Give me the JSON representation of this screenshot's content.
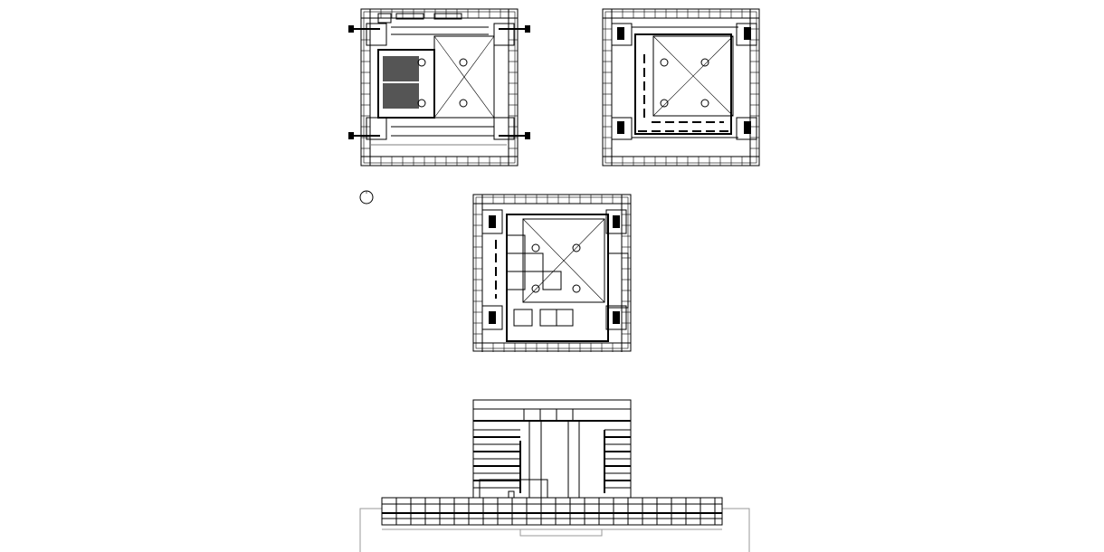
{
  "drawing": {
    "views": [
      {
        "id": "plan-1",
        "kind": "floor-plan"
      },
      {
        "id": "plan-2",
        "kind": "floor-plan"
      },
      {
        "id": "plan-3",
        "kind": "floor-plan"
      },
      {
        "id": "section-elevation",
        "kind": "section"
      }
    ],
    "north_marker": "circle-symbol",
    "line_color": "#000000",
    "ground_line_color": "#9a9a9a",
    "background": "#ffffff"
  }
}
